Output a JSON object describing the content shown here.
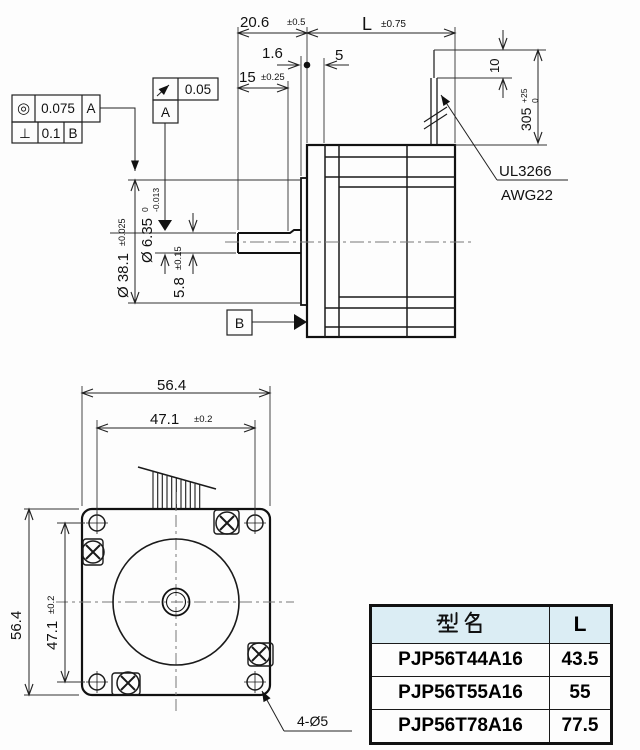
{
  "drawing": {
    "side_view": {
      "dim_20_6": {
        "value": "20.6",
        "tol": "±0.5"
      },
      "dim_L": {
        "value": "L",
        "tol": "±0.75"
      },
      "dim_1_6": {
        "value": "1.6"
      },
      "dim_5": {
        "value": "5"
      },
      "dim_15": {
        "value": "15",
        "tol": "±0.25"
      },
      "dim_10": {
        "value": "10"
      },
      "dim_305": {
        "value": "305",
        "tol_upper": "+25",
        "tol_lower": "0"
      },
      "dim_pilot_dia": {
        "value": "Ø 38.1",
        "tol": "±0.025"
      },
      "dim_shaft_dia": {
        "value": "Ø 6.35",
        "tol_upper": "0",
        "tol_lower": "-0.013"
      },
      "dim_flat": {
        "value": "5.8",
        "tol": "±0.15"
      },
      "fcf_concentricity": {
        "symbol": "◎",
        "tolerance": "0.075",
        "datum": "A"
      },
      "fcf_perpendicularity": {
        "symbol": "⊥",
        "tolerance": "0.1",
        "datum": "B"
      },
      "fcf_runout": {
        "tolerance": "0.05"
      },
      "datum_a": "A",
      "datum_b": "B",
      "cable_spec": {
        "line1": "UL3266",
        "line2": "AWG22"
      }
    },
    "front_view": {
      "dim_width": "56.4",
      "dim_height": "56.4",
      "dim_hole_pitch_h": {
        "value": "47.1",
        "tol": "±0.2"
      },
      "dim_hole_pitch_v": {
        "value": "47.1",
        "tol": "±0.2"
      },
      "holes_note": "4-Ø5"
    }
  },
  "table": {
    "headers": [
      "型名",
      "L"
    ],
    "rows": [
      [
        "PJP56T44A16",
        "43.5"
      ],
      [
        "PJP56T55A16",
        "55"
      ],
      [
        "PJP56T78A16",
        "77.5"
      ]
    ],
    "header_bg": "#dbedf4"
  }
}
